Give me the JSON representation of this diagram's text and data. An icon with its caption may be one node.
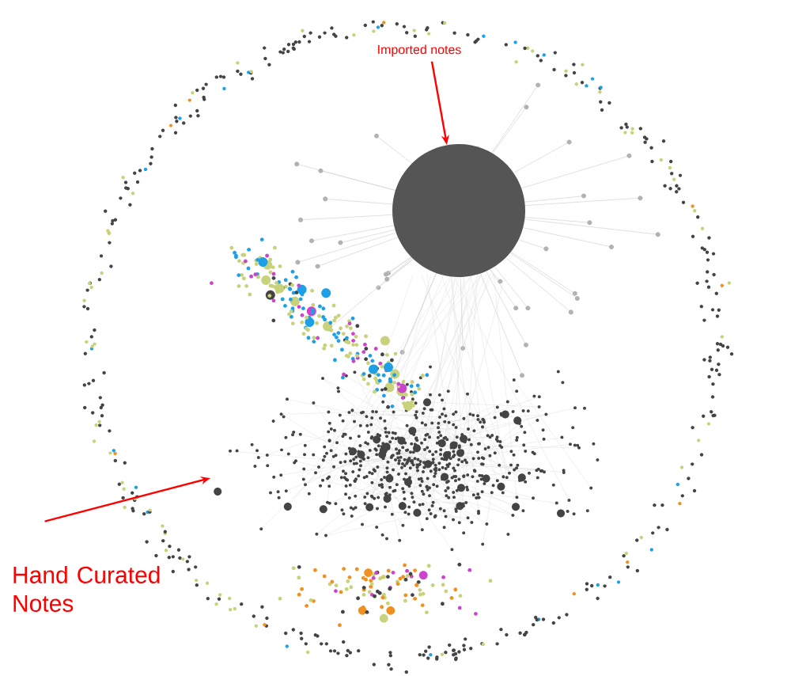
{
  "diagram": {
    "nodes": [
      {
        "text": [
          "Imported notes"
        ]
      },
      {
        "text": [],
        "shape": "circle"
      },
      {
        "text": [
          "Hand Curated Notes"
        ]
      }
    ],
    "edges": [
      {
        "from": 0,
        "to": 1,
        "arrow": "to"
      },
      {
        "from": 2,
        "to": null,
        "arrow": "to"
      }
    ]
  }
}
